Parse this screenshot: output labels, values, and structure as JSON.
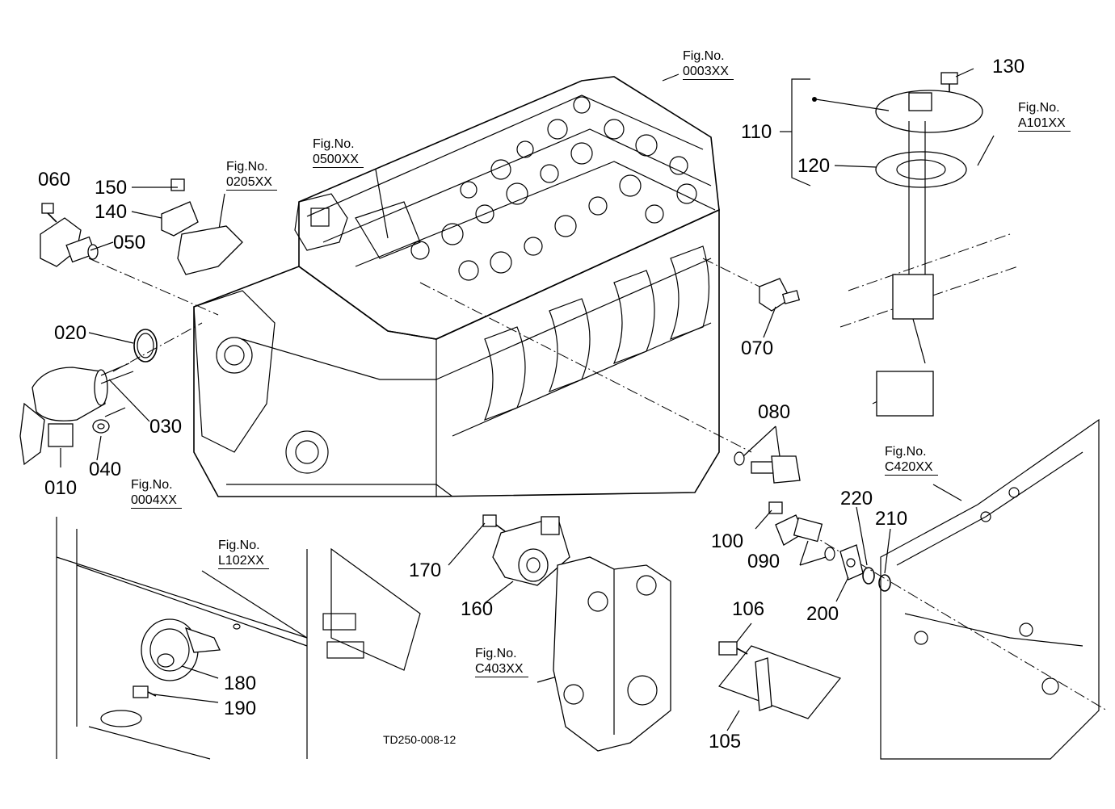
{
  "fig_refs": [
    {
      "id": "fig-0003",
      "caption": "Fig.No.",
      "code": "0003XX"
    },
    {
      "id": "fig-0500",
      "caption": "Fig.No.",
      "code": "0500XX"
    },
    {
      "id": "fig-0205",
      "caption": "Fig.No.",
      "code": "0205XX"
    },
    {
      "id": "fig-a101",
      "caption": "Fig.No.",
      "code": "A101XX"
    },
    {
      "id": "fig-0004",
      "caption": "Fig.No.",
      "code": "0004XX"
    },
    {
      "id": "fig-c420",
      "caption": "Fig.No.",
      "code": "C420XX"
    },
    {
      "id": "fig-l102",
      "caption": "Fig.No.",
      "code": "L102XX"
    },
    {
      "id": "fig-c403",
      "caption": "Fig.No.",
      "code": "C403XX"
    }
  ],
  "part_numbers": {
    "p010": "010",
    "p020": "020",
    "p030": "030",
    "p040": "040",
    "p050": "050",
    "p060": "060",
    "p070": "070",
    "p080": "080",
    "p090": "090",
    "p100": "100",
    "p105": "105",
    "p106": "106",
    "p110": "110",
    "p120": "120",
    "p130": "130",
    "p140": "140",
    "p150": "150",
    "p160": "160",
    "p170": "170",
    "p180": "180",
    "p190": "190",
    "p200": "200",
    "p210": "210",
    "p220": "220"
  },
  "drawing_code": "TD250-008-12"
}
